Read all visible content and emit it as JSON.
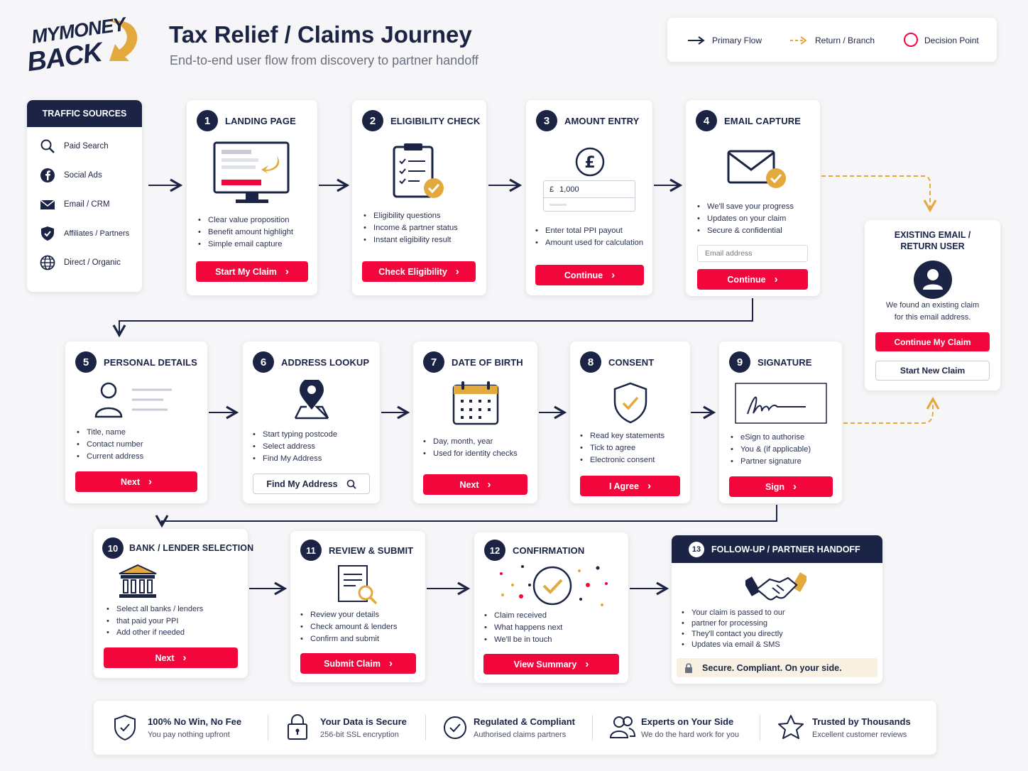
{
  "brand": {
    "logo_line1": "MYMONEY",
    "logo_line2": "BACK"
  },
  "header": {
    "title": "Tax Relief / Claims Journey",
    "subtitle": "End-to-end user flow from discovery to partner handoff"
  },
  "legend": {
    "primary": "Primary Flow",
    "return": "Return / Branch",
    "decision": "Decision Point"
  },
  "colors": {
    "navy": "#1b2444",
    "accent": "#f2063b",
    "gold": "#e3a93c"
  },
  "traffic": {
    "title": "TRAFFIC SOURCES",
    "items": [
      {
        "label": "Paid Search",
        "icon": "search-icon"
      },
      {
        "label": "Social Ads",
        "icon": "facebook-icon"
      },
      {
        "label": "Email / CRM",
        "icon": "mail-icon"
      },
      {
        "label": "Affiliates / Partners",
        "icon": "shield-check-icon"
      },
      {
        "label": "Direct / Organic",
        "icon": "globe-icon"
      }
    ]
  },
  "steps": {
    "s1": {
      "num": "1",
      "title": "LANDING PAGE",
      "bullets": [
        "Clear value proposition",
        "Benefit amount highlight",
        "Simple email capture"
      ],
      "button": "Start My Claim"
    },
    "s2": {
      "num": "2",
      "title": "ELIGIBILITY CHECK",
      "bullets": [
        "Eligibility questions",
        "Income & partner status",
        "Instant eligibility result"
      ],
      "button": "Check Eligibility"
    },
    "s3": {
      "num": "3",
      "title": "AMOUNT ENTRY",
      "input_prefix": "£",
      "input_value": "1,000",
      "bullets": [
        "Enter total PPI payout",
        "Amount used for calculation"
      ],
      "button": "Continue"
    },
    "s4": {
      "num": "4",
      "title": "EMAIL CAPTURE",
      "bullets": [
        "We'll save your progress",
        "Updates on your claim",
        "Secure & confidential"
      ],
      "placeholder": "Email address",
      "button": "Continue"
    },
    "s5": {
      "num": "5",
      "title": "PERSONAL DETAILS",
      "bullets": [
        "Title, name",
        "Contact number",
        "Current address"
      ],
      "button": "Next"
    },
    "s6": {
      "num": "6",
      "title": "ADDRESS LOOKUP",
      "bullets": [
        "Start typing postcode",
        "Select address",
        "Find My Address"
      ],
      "button": "Find My Address"
    },
    "s7": {
      "num": "7",
      "title": "DATE OF BIRTH",
      "bullets": [
        "Day, month, year",
        "Used for identity checks"
      ],
      "button": "Next"
    },
    "s8": {
      "num": "8",
      "title": "CONSENT",
      "bullets": [
        "Read key statements",
        "Tick to agree",
        "Electronic consent"
      ],
      "button": "I Agree"
    },
    "s9": {
      "num": "9",
      "title": "SIGNATURE",
      "bullets": [
        "eSign to authorise",
        "You & (if applicable)",
        "Partner signature"
      ],
      "button": "Sign"
    },
    "s10": {
      "num": "10",
      "title": "BANK / LENDER SELECTION",
      "bullets": [
        "Select all banks / lenders",
        "that paid your PPI",
        "Add other if needed"
      ],
      "button": "Next"
    },
    "s11": {
      "num": "11",
      "title": "REVIEW & SUBMIT",
      "bullets": [
        "Review your details",
        "Check amount & lenders",
        "Confirm and submit"
      ],
      "button": "Submit Claim"
    },
    "s12": {
      "num": "12",
      "title": "CONFIRMATION",
      "bullets": [
        "Claim received",
        "What happens next",
        "We'll be in touch"
      ],
      "button": "View Summary"
    },
    "s13": {
      "num": "13",
      "title": "FOLLOW-UP / PARTNER HANDOFF",
      "bullets": [
        "Your claim is passed to our",
        "partner for processing",
        "They'll contact you directly",
        "Updates via email & SMS"
      ],
      "secure_note": "Secure. Compliant. On your side."
    }
  },
  "existing": {
    "title_line1": "EXISTING EMAIL /",
    "title_line2": "RETURN USER",
    "text_line1": "We found an existing claim",
    "text_line2": "for this email address.",
    "primary": "Continue My Claim",
    "secondary": "Start New Claim"
  },
  "footer": [
    {
      "title": "100% No Win, No Fee",
      "sub": "You pay nothing upfront",
      "icon": "shield-check-icon"
    },
    {
      "title": "Your Data is Secure",
      "sub": "256-bit SSL encryption",
      "icon": "lock-icon"
    },
    {
      "title": "Regulated & Compliant",
      "sub": "Authorised claims partners",
      "icon": "check-circle-icon"
    },
    {
      "title": "Experts on Your Side",
      "sub": "We do the hard work for you",
      "icon": "people-icon"
    },
    {
      "title": "Trusted by Thousands",
      "sub": "Excellent customer reviews",
      "icon": "star-icon"
    }
  ]
}
